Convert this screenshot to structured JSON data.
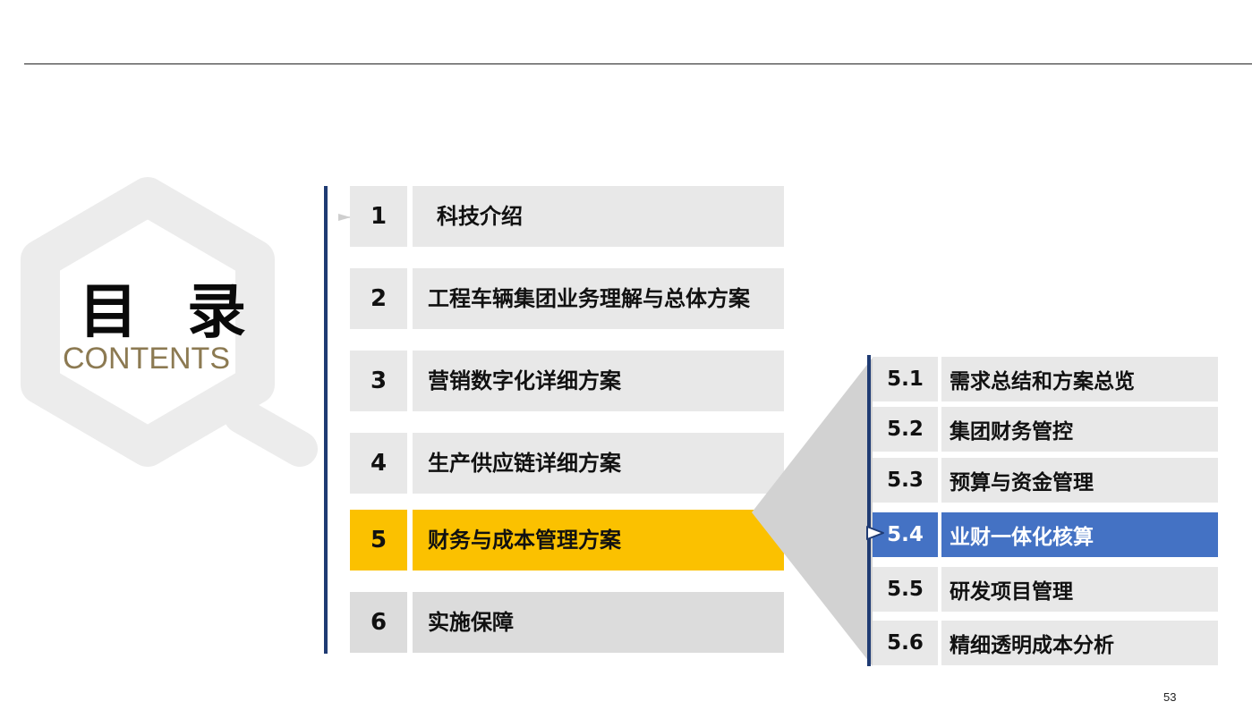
{
  "title": {
    "main": "目 录",
    "sub": "CONTENTS"
  },
  "toc": [
    {
      "num": "1",
      "label": "科技介绍"
    },
    {
      "num": "2",
      "label": "工程车辆集团业务理解与总体方案"
    },
    {
      "num": "3",
      "label": "营销数字化详细方案"
    },
    {
      "num": "4",
      "label": "生产供应链详细方案"
    },
    {
      "num": "5",
      "label": "财务与成本管理方案"
    },
    {
      "num": "6",
      "label": "实施保障"
    }
  ],
  "subtoc": [
    {
      "num": "5.1",
      "label": "需求总结和方案总览"
    },
    {
      "num": "5.2",
      "label": "集团财务管控"
    },
    {
      "num": "5.3",
      "label": "预算与资金管理"
    },
    {
      "num": "5.4",
      "label": "业财一体化核算"
    },
    {
      "num": "5.5",
      "label": "研发项目管理"
    },
    {
      "num": "5.6",
      "label": "精细透明成本分析"
    }
  ],
  "colors": {
    "active_main": "#fbc100",
    "active_sub": "#4472c4",
    "accent_bar": "#1f3b73",
    "contents_text": "#8c7a52"
  },
  "page_number": "53"
}
